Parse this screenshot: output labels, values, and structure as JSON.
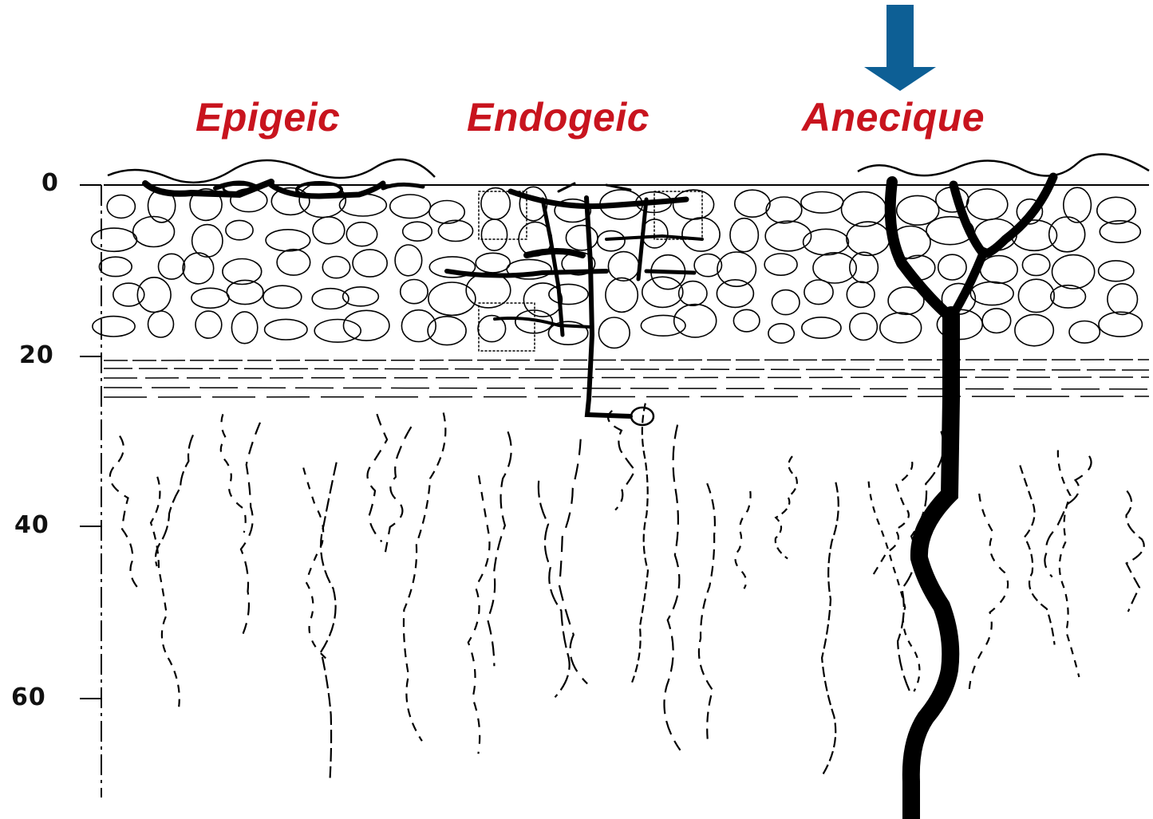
{
  "labels": {
    "epigeic": "Epigeic",
    "endogeic": "Endogeic",
    "anecique": "Anecique"
  },
  "depth_axis": {
    "ticks": [
      "0",
      "20",
      "40",
      "60"
    ]
  },
  "colors": {
    "label": "#c8141e",
    "arrow": "#0d5f95",
    "ink": "#000000"
  },
  "icons": {
    "indicator": "down-arrow-icon"
  }
}
